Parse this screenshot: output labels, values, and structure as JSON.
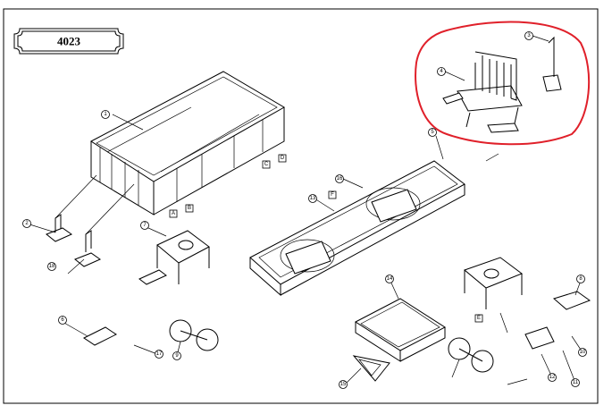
{
  "title": "4023",
  "callouts": [
    "1",
    "2",
    "3",
    "4",
    "5",
    "6",
    "7",
    "8",
    "9",
    "10",
    "11",
    "12",
    "13",
    "14",
    "15",
    "16",
    "17",
    "18"
  ],
  "letters": [
    "A",
    "B",
    "C",
    "D",
    "E",
    "F"
  ],
  "colors": {
    "line": "#000000",
    "highlight": "#e0202a",
    "paper": "#ffffff"
  }
}
